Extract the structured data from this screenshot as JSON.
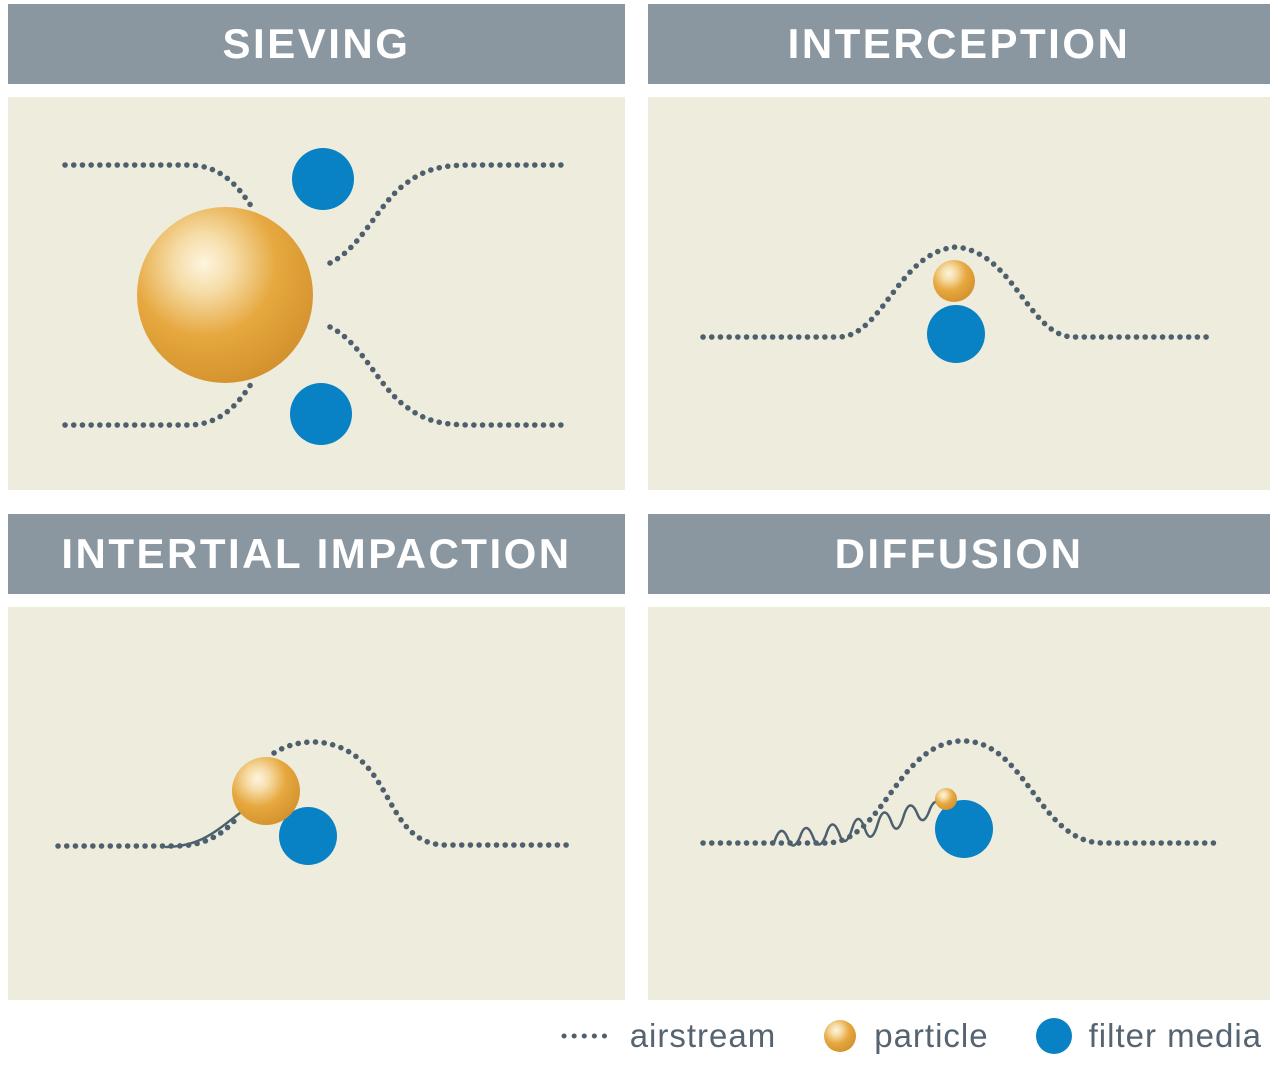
{
  "panels": [
    {
      "id": "sieving",
      "title": "SIEVING"
    },
    {
      "id": "interception",
      "title": "INTERCEPTION"
    },
    {
      "id": "inertial_impaction",
      "title": "INTERTIAL IMPACTION"
    },
    {
      "id": "diffusion",
      "title": "DIFFUSION"
    }
  ],
  "legend": {
    "items": [
      {
        "id": "airstream",
        "label": "airstream",
        "swatch": "dotted-line-icon"
      },
      {
        "id": "particle",
        "label": "particle",
        "swatch": "orange-sphere-icon"
      },
      {
        "id": "filter_media",
        "label": "filter media",
        "swatch": "blue-circle-icon"
      }
    ]
  },
  "colors": {
    "header-bg": "#8b97a0",
    "header-text": "#ffffff",
    "panel-bg": "#eeecdc",
    "airstream": "#4e5f6e",
    "filter-media": "#0981c5",
    "legend-text": "#566471",
    "page-bg": "#ffffff",
    "particle-highlight": "#fdf3dc",
    "particle-edge": "#d18f2b"
  }
}
